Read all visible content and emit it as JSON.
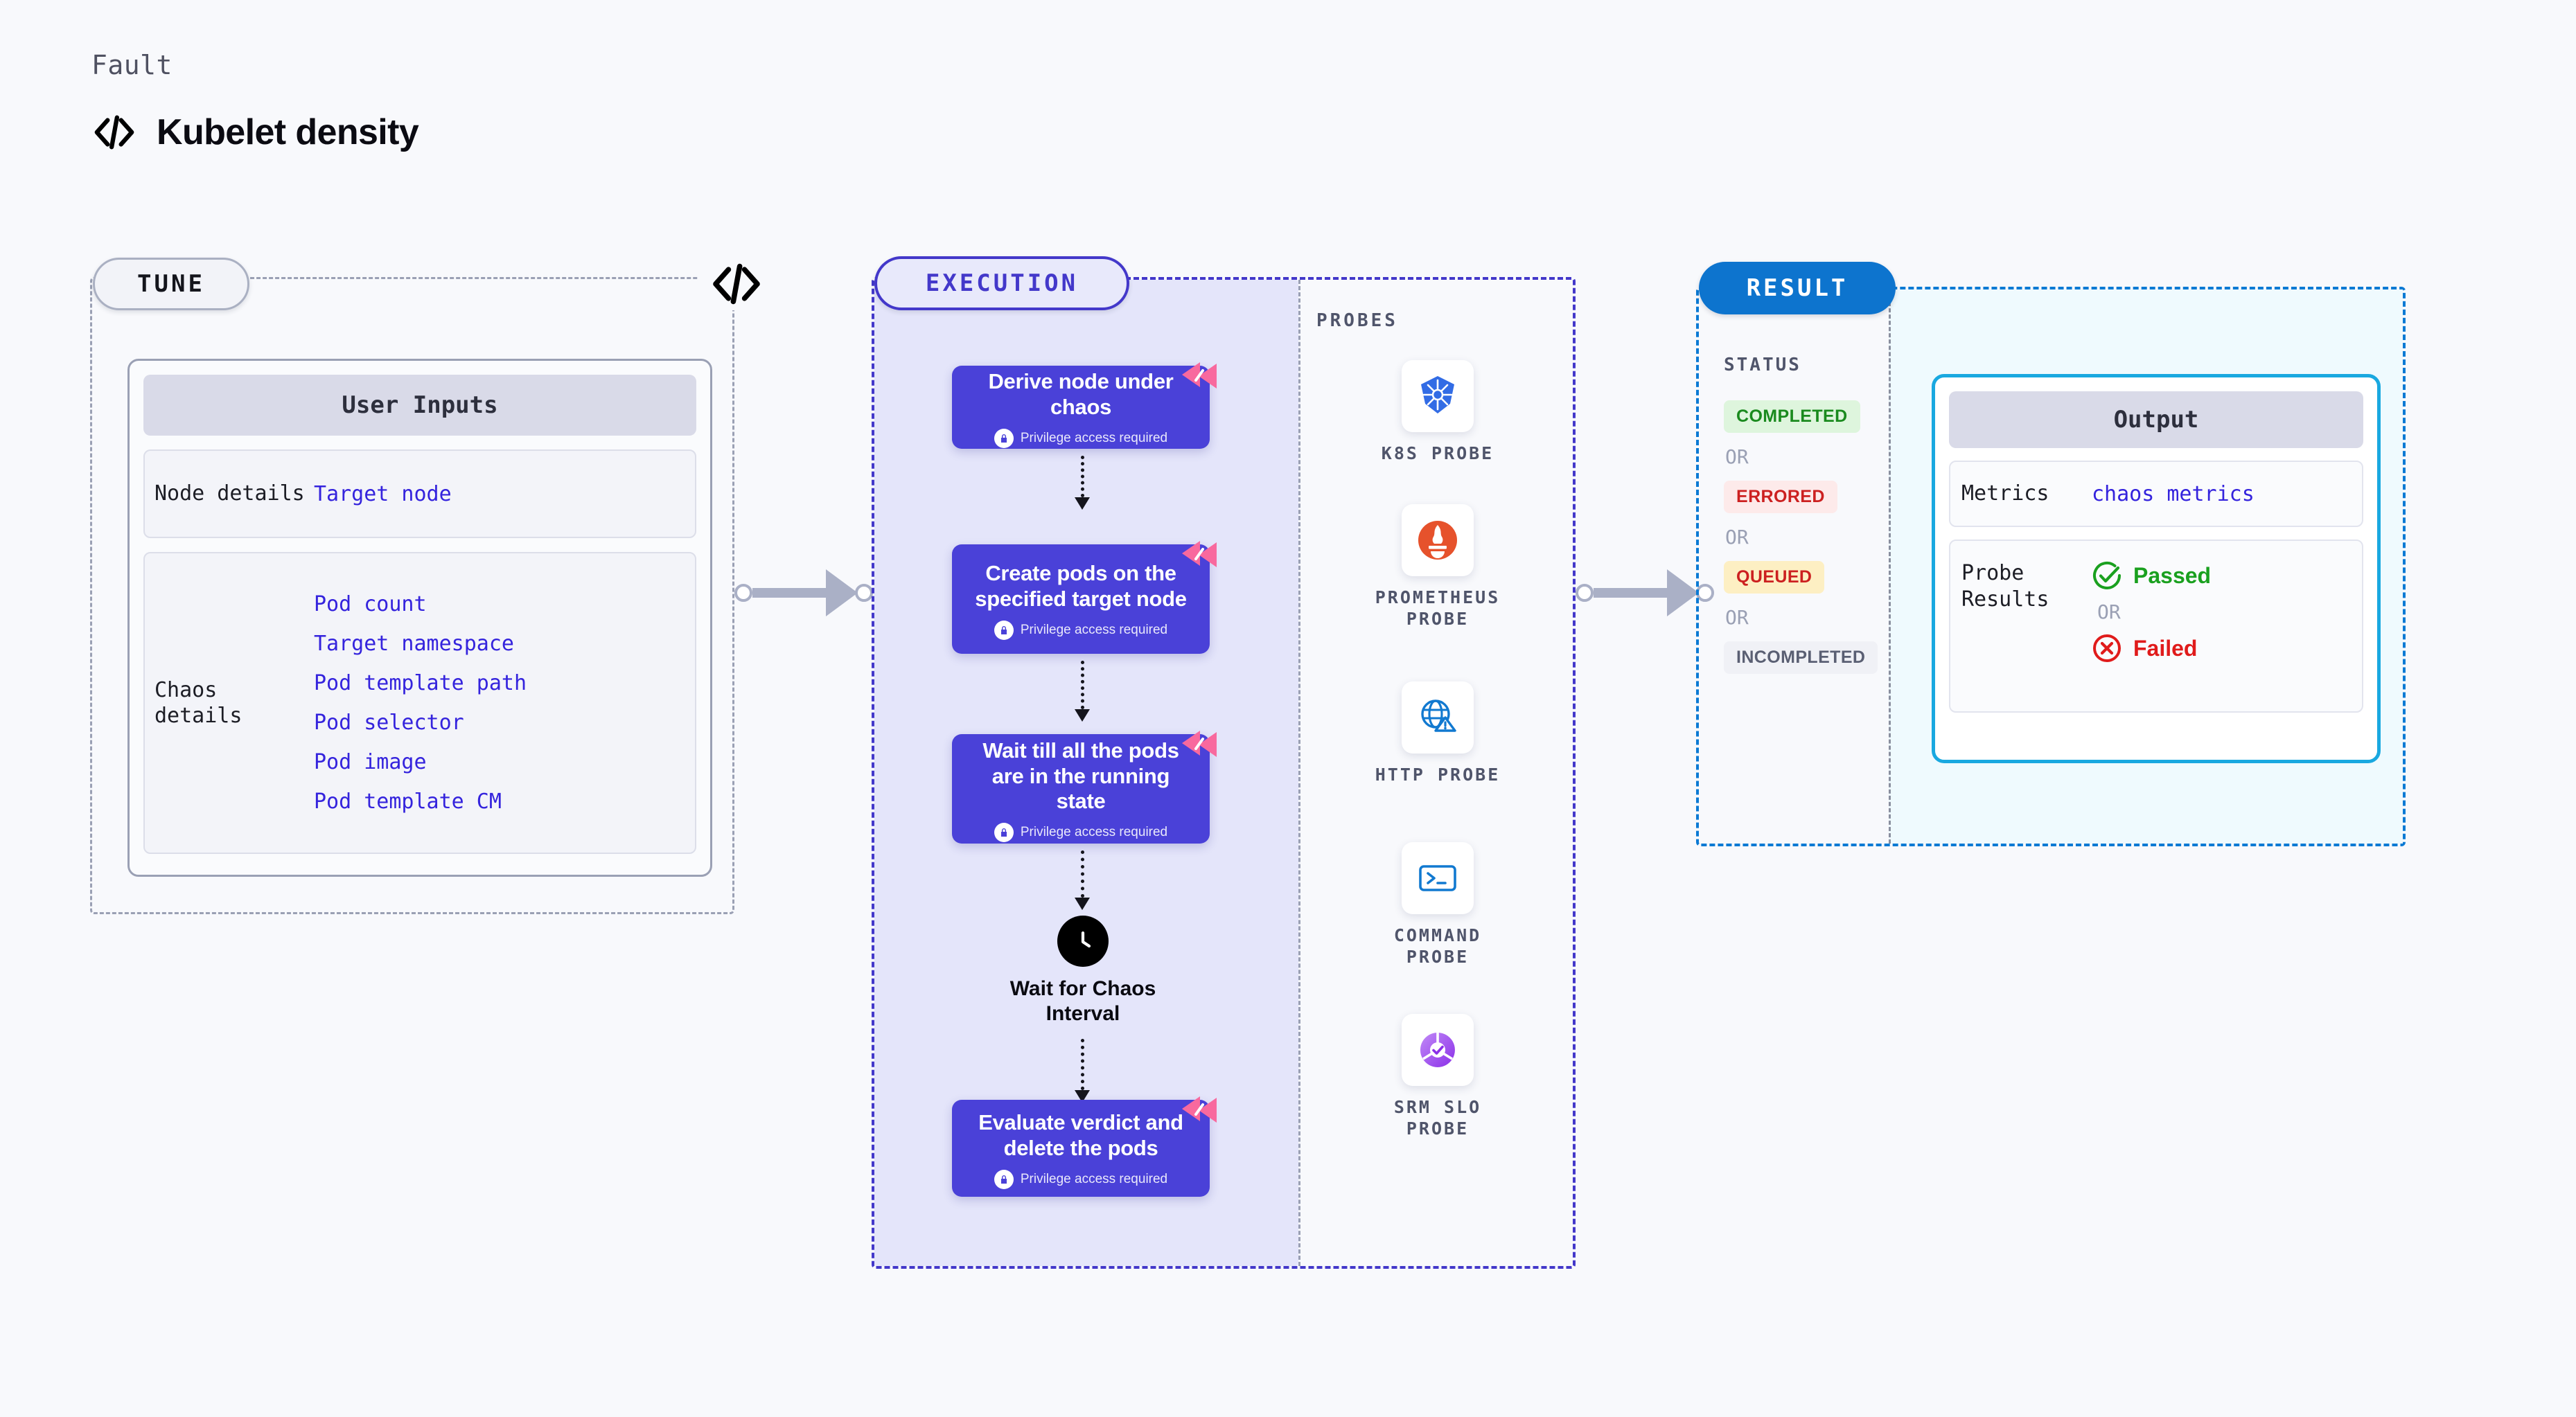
{
  "header": {
    "kicker": "Fault",
    "title": "Kubelet density",
    "icon": "code-brackets-icon"
  },
  "tune": {
    "badge": "TUNE",
    "card_title": "User Inputs",
    "groups": [
      {
        "label": "Node details",
        "values": [
          "Target node"
        ]
      },
      {
        "label": "Chaos details",
        "values": [
          "Pod count",
          "Target namespace",
          "Pod template path",
          "Pod selector",
          "Pod image",
          "Pod template CM"
        ]
      }
    ]
  },
  "execution": {
    "badge": "EXECUTION",
    "privilege_note": "Privilege access required",
    "steps": [
      {
        "title": "Derive node under chaos",
        "privileged": true
      },
      {
        "title": "Create pods on the specified target node",
        "privileged": true
      },
      {
        "title": "Wait till all the pods are in the running state",
        "privileged": true
      }
    ],
    "wait_node": {
      "label": "Wait for Chaos Interval",
      "icon": "clock-icon"
    },
    "final_step": {
      "title": "Evaluate verdict and delete the pods",
      "privileged": true
    }
  },
  "probes": {
    "label": "PROBES",
    "items": [
      {
        "name": "K8S PROBE",
        "icon": "kubernetes-icon"
      },
      {
        "name": "PROMETHEUS PROBE",
        "icon": "prometheus-icon"
      },
      {
        "name": "HTTP PROBE",
        "icon": "http-globe-icon"
      },
      {
        "name": "COMMAND PROBE",
        "icon": "terminal-icon"
      },
      {
        "name": "SRM SLO PROBE",
        "icon": "srm-slo-icon"
      }
    ]
  },
  "result": {
    "badge": "RESULT",
    "status_label": "STATUS",
    "or_text": "OR",
    "statuses": [
      {
        "text": "COMPLETED",
        "bg": "#def5dd",
        "fg": "#1a8a1e"
      },
      {
        "text": "ERRORED",
        "bg": "#fdeaea",
        "fg": "#cc2020"
      },
      {
        "text": "QUEUED",
        "bg": "#fdefc3",
        "fg": "#cc2020"
      },
      {
        "text": "INCOMPLETED",
        "bg": "#f0f1f6",
        "fg": "#5a5f73"
      }
    ],
    "output": {
      "title": "Output",
      "metrics_label": "Metrics",
      "metrics_value": "chaos metrics",
      "probe_results_label": "Probe Results",
      "passed_text": "Passed",
      "failed_text": "Failed",
      "or_text": "OR"
    }
  },
  "colors": {
    "page_bg": "#f8f9fc",
    "indigo": "#4338ca",
    "step_card": "#4a41d8",
    "result_blue": "#0d74ce",
    "cyan": "#19a8e0",
    "pink_flag": "#f8699e",
    "link_blue": "#3423dd"
  }
}
